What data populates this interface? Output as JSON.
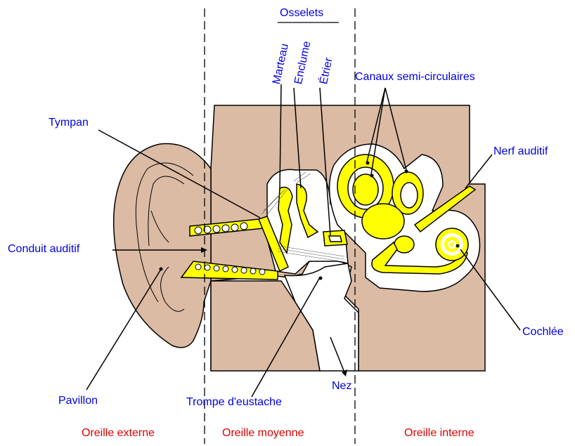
{
  "labels": {
    "osselets": "Osselets",
    "marteau": "Marteau",
    "enclume": "Enclume",
    "etrier": "Étrier",
    "canaux": "Canaux semi-circulaires",
    "tympan": "Tympan",
    "nerf": "Nerf auditif",
    "conduit": "Conduit auditif",
    "cochlee": "Cochlée",
    "pavillon": "Pavillon",
    "trompe": "Trompe d'eustache",
    "nez": "Nez"
  },
  "sections": {
    "externe": "Oreille externe",
    "moyenne": "Oreille moyenne",
    "interne": "Oreille interne"
  },
  "colors": {
    "label_text": "#0000e6",
    "section_text": "#e00000",
    "tissue": "#dcbba4",
    "bone": "#ffff00",
    "outline": "#000000"
  }
}
